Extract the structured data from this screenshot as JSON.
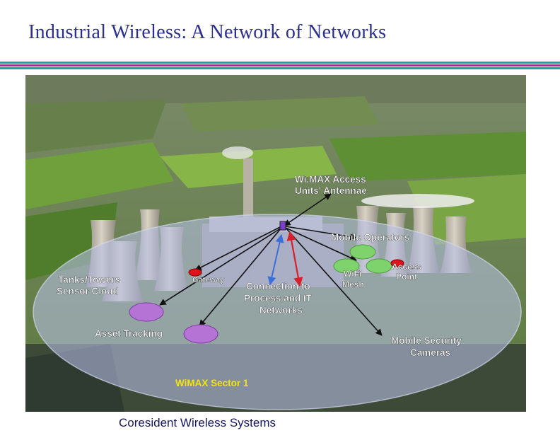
{
  "slide": {
    "title": "Industrial Wireless:  A Network of Networks",
    "caption": "Coresident Wireless Systems"
  },
  "diagram": {
    "labels": {
      "wimax_antennae": [
        "Wi.MAX Access",
        "Units' Antennae"
      ],
      "mobile_operators": "Mobile Operators",
      "access_point": [
        "Access",
        "Point"
      ],
      "wifi_mesh": [
        "WiFi",
        "Mesh"
      ],
      "tanks_towers": [
        "Tanks/Towers",
        "Sensor Cloud"
      ],
      "gateway": "Gateway",
      "connection": [
        "Connection to",
        "Process and IT",
        "Networks"
      ],
      "asset_tracking": "Asset Tracking",
      "mobile_security": [
        "Mobile Security",
        "Cameras"
      ],
      "wimax_sector": "WiMAX Sector 1"
    }
  },
  "colors": {
    "title": "#2a2f8c",
    "rule_teal": "#1aa3a3",
    "rule_magenta": "#b0279a",
    "sector_fill": "#b7bfe6",
    "sector_label": "#f2e40e",
    "node_green": "#7fd36c",
    "node_purple": "#b573d6",
    "gateway_red": "#e0131c"
  }
}
